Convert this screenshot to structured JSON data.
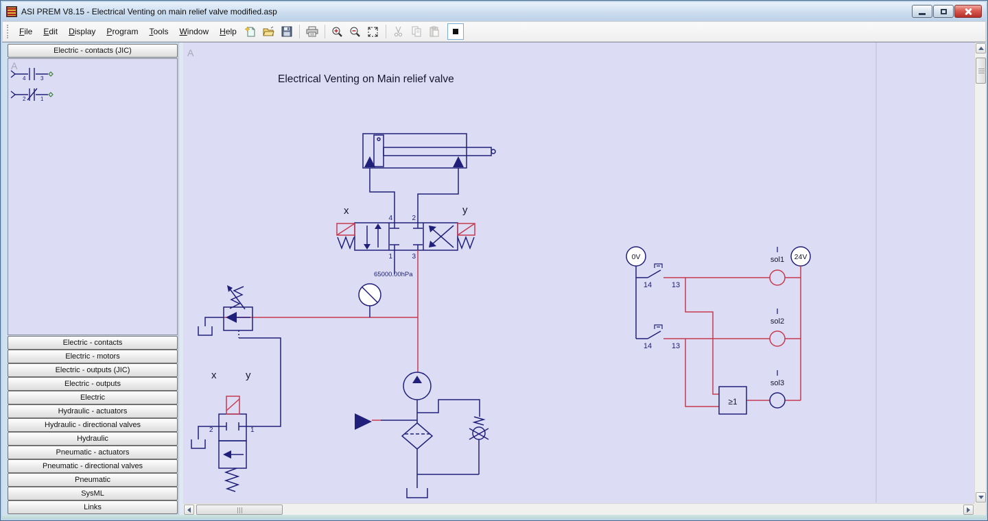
{
  "window": {
    "title": "ASI PREM V8.15 - Electrical Venting on main relief valve modified.asp",
    "buttons": {
      "minimize": "minimize",
      "maximize": "maximize",
      "close": "close"
    }
  },
  "menu": {
    "items": [
      {
        "label": "File"
      },
      {
        "label": "Edit"
      },
      {
        "label": "Display"
      },
      {
        "label": "Program"
      },
      {
        "label": "Tools"
      },
      {
        "label": "Window"
      },
      {
        "label": "Help"
      }
    ]
  },
  "toolbar": {
    "icons": [
      "new-file",
      "open-file",
      "save",
      "print",
      "zoom-in",
      "zoom-out",
      "zoom-fit",
      "cut",
      "copy",
      "paste",
      "stop"
    ]
  },
  "sidebar": {
    "marker": "A",
    "header": "Electric - contacts (JIC)",
    "symbols": [
      {
        "name": "contact-normally-open",
        "pin_left": "4",
        "pin_right": "3"
      },
      {
        "name": "contact-normally-closed",
        "pin_left": "2",
        "pin_right": "1"
      }
    ],
    "categories": [
      "Electric - contacts",
      "Electric - motors",
      "Electric - outputs (JIC)",
      "Electric - outputs",
      "Electric",
      "Hydraulic - actuators",
      "Hydraulic - directional valves",
      "Hydraulic",
      "Pneumatic - actuators",
      "Pneumatic - directional valves",
      "Pneumatic",
      "SysML",
      "Links"
    ]
  },
  "canvas": {
    "marker": "A",
    "title": "Electrical Venting on Main relief valve",
    "schematic": {
      "pressure_label": "65000.00hPa",
      "main_valve": {
        "label_left": "x",
        "label_right": "y",
        "port_top_left": "4",
        "port_top_right": "2",
        "port_bottom_left": "1",
        "port_bottom_right": "3"
      },
      "vent_valve": {
        "label_left": "x",
        "label_right": "y",
        "port_left": "2",
        "port_right": "1"
      },
      "electrical": {
        "supply_left": "0V",
        "supply_right": "24V",
        "contact1_left": "14",
        "contact1_right": "13",
        "contact2_left": "14",
        "contact2_right": "13",
        "coil1": "sol1",
        "coil2": "sol2",
        "coil3": "sol3",
        "or_gate": "≥1"
      }
    },
    "colors": {
      "wire": "#20207a",
      "signal": "#c63a4e",
      "background": "#dcdcf4"
    }
  }
}
